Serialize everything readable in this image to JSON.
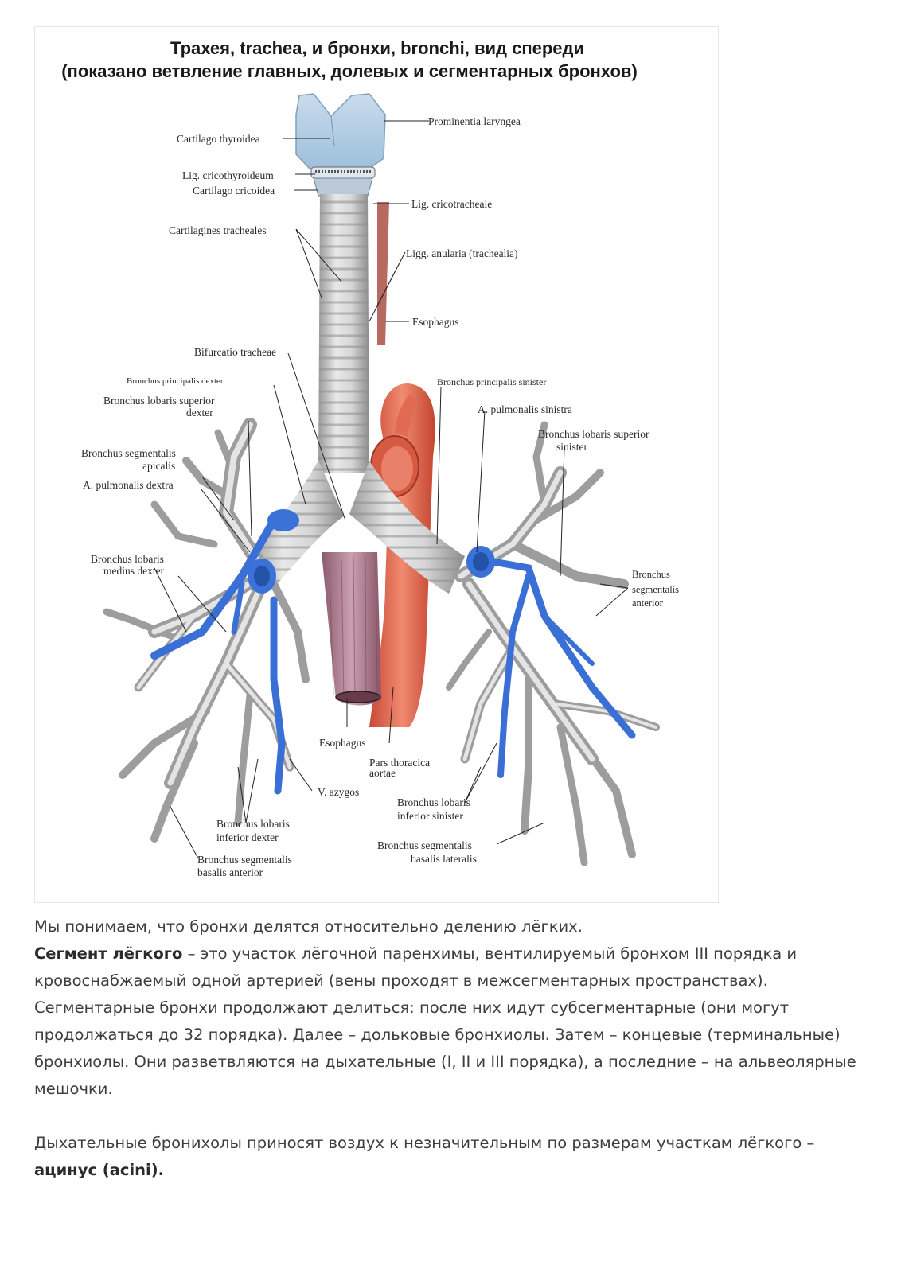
{
  "figure": {
    "title_line1": "Трахея, trachea, и бронхи, bronchi, вид спереди",
    "title_line2": "(показано ветвление главных, долевых и сегментарных бронхов)",
    "labels": {
      "prominentia": "Prominentia laryngea",
      "cart_thyroidea": "Cartilago thyroidea",
      "lig_cricothyroideum": "Lig. cricothyroideum",
      "cart_cricoidea": "Cartilago cricoidea",
      "lig_cricotracheale": "Lig. cricotracheale",
      "cart_tracheales": "Cartilagines tracheales",
      "ligg_anularia": "Ligg. anularia (trachealia)",
      "esophagus_top": "Esophagus",
      "bifurcatio": "Bifurcatio tracheae",
      "bronchus_princ_dexter": "Bronchus principalis dexter",
      "bronchus_princ_sinister": "Bronchus principalis sinister",
      "bronchus_lob_sup_dexter_1": "Bronchus lobaris superior",
      "bronchus_lob_sup_dexter_2": "dexter",
      "a_pulm_sinistra": "A. pulmonalis sinistra",
      "bronchus_lob_sup_sin_1": "Bronchus lobaris superior",
      "bronchus_lob_sup_sin_2": "sinister",
      "bronchus_seg_apicalis_1": "Bronchus segmentalis",
      "bronchus_seg_apicalis_2": "apicalis",
      "a_pulm_dextra": "A. pulmonalis dextra",
      "bronchus_lob_medius_1": "Bronchus lobaris",
      "bronchus_lob_medius_2": "medius dexter",
      "bronchus_seg_anterior_1": "Bronchus",
      "bronchus_seg_anterior_2": "segmentalis",
      "bronchus_seg_anterior_3": "anterior",
      "esophagus_bottom": "Esophagus",
      "pars_thoracica_1": "Pars thoracica",
      "pars_thoracica_2": "aortae",
      "v_azygos": "V. azygos",
      "bronchus_lob_inf_sin_1": "Bronchus lobaris",
      "bronchus_lob_inf_sin_2": "inferior sinister",
      "bronchus_lob_inf_dex_1": "Bronchus lobaris",
      "bronchus_lob_inf_dex_2": "inferior dexter",
      "bronchus_seg_bas_lat_1": "Bronchus segmentalis",
      "bronchus_seg_bas_lat_2": "basalis lateralis",
      "bronchus_seg_bas_ant_1": "Bronchus segmentalis",
      "bronchus_seg_bas_ant_2": "basalis anterior"
    }
  },
  "text": {
    "p1": "Мы понимаем, что бронхи делятся относительно делению лёгких.",
    "p2_bold": "Сегмент лёгкого",
    "p2_rest": " – это участок лёгочной паренхимы, вентилируемый бронхом III порядка и кровоснабжаемый одной артерией (вены проходят в межсегментарных пространствах). Сегментарные бронхи продолжают делиться: после них идут субсегментарные (они могут продолжаться до 32 порядка). Далее – дольковые бронхиолы. Затем – концевые (терминальные) бронхиолы. Они разветвляются на дыхательные (I, II и III порядка), а последние – на альвеолярные мешочки.",
    "p3_rest": "Дыхательные бронихолы приносят воздух к незначительным по размерам участкам лёгкого – ",
    "p3_bold": "ацинус (acini)."
  }
}
